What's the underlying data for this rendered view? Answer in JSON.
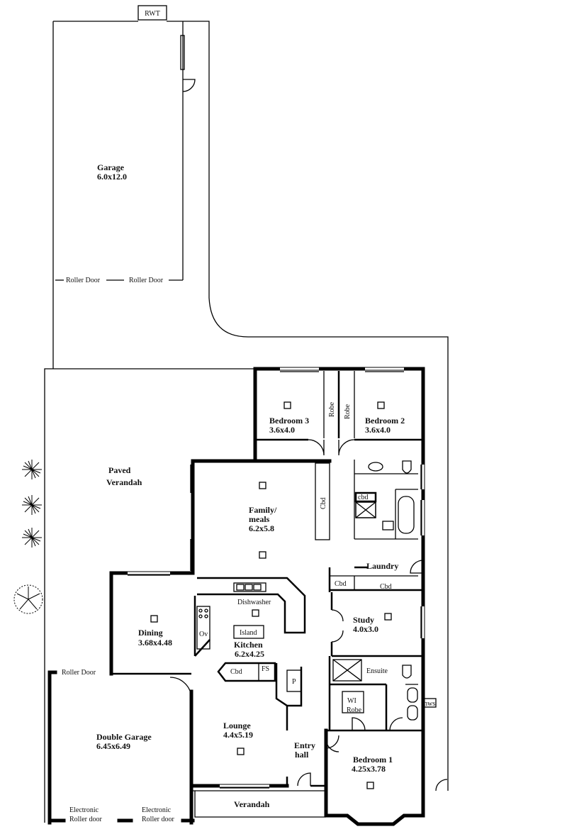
{
  "rooms": {
    "rwt": "RWT",
    "garage_rear": {
      "name": "Garage",
      "size": "6.0x12.0"
    },
    "roller_door_1": "Roller Door",
    "roller_door_2": "Roller Door",
    "bedroom3": {
      "name": "Bedroom 3",
      "size": "3.6x4.0"
    },
    "robe_1": "Robe",
    "robe_2": "Robe",
    "bedroom2": {
      "name": "Bedroom 2",
      "size": "3.6x4.0"
    },
    "paved_verandah": {
      "line1": "Paved",
      "line2": "Verandah"
    },
    "family": {
      "line1": "Family/",
      "line2": "meals",
      "size": "6.2x5.8"
    },
    "cbd_family": "Cbd",
    "cbd_ens": "cbd",
    "laundry": "Laundry",
    "cbd_l1": "Cbd",
    "cbd_l2": "Cbd",
    "dishwasher": "Dishwasher",
    "dining": {
      "name": "Dining",
      "size": "3.68x4.48"
    },
    "ov": "Ov",
    "island": "Island",
    "kitchen": {
      "name": "Kitchen",
      "size": "6.2x4.25"
    },
    "study": {
      "name": "Study",
      "size": "4.0x3.0"
    },
    "cbd_k": "Cbd",
    "fs": "FS",
    "pantry": "P",
    "ensuite": "Ensuite",
    "roller_door_3": "Roller Door",
    "wi_robe": {
      "line1": "WI",
      "line2": "Robe"
    },
    "hws": "hws",
    "double_garage": {
      "name": "Double Garage",
      "size": "6.45x6.49"
    },
    "lounge": {
      "name": "Lounge",
      "size": "4.4x5.19"
    },
    "entry": {
      "line1": "Entry",
      "line2": "hall"
    },
    "bedroom1": {
      "name": "Bedroom 1",
      "size": "4.25x3.78"
    },
    "verandah": "Verandah",
    "elec_door_1": {
      "line1": "Electronic",
      "line2": "Roller door"
    },
    "elec_door_2": {
      "line1": "Electronic",
      "line2": "Roller door"
    }
  }
}
